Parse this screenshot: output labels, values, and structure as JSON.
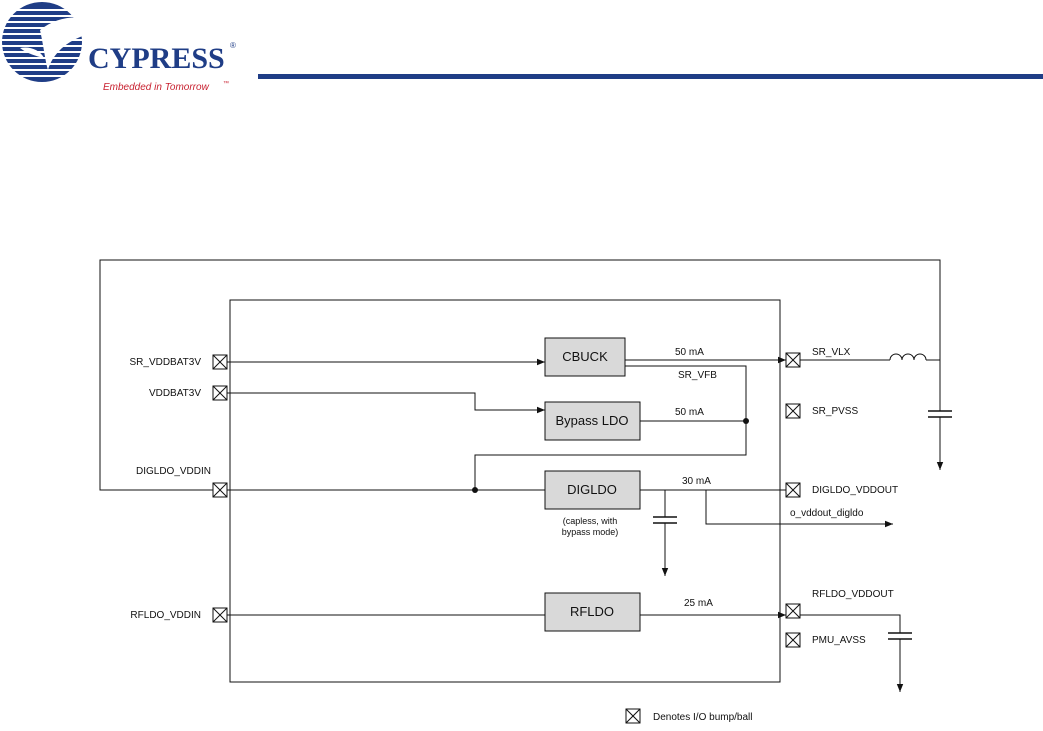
{
  "logo": {
    "company": "CYPRESS",
    "registered": "®",
    "tagline": "Embedded in Tomorrow",
    "trademark": "™",
    "brand_color": "#1f3d86",
    "tagline_color": "#c8202f"
  },
  "diagram": {
    "blocks": {
      "cbuck": "CBUCK",
      "bypass_ldo": "Bypass LDO",
      "digldo": "DIGLDO",
      "digldo_note_1": "(capless, with",
      "digldo_note_2": "bypass mode)",
      "rfldo": "RFLDO"
    },
    "pins": {
      "sr_vddbat3v": "SR_VDDBAT3V",
      "vddbat3v": "VDDBAT3V",
      "digldo_vddin": "DIGLDO_VDDIN",
      "rfldo_vddin": "RFLDO_VDDIN",
      "sr_vlx": "SR_VLX",
      "sr_pvss": "SR_PVSS",
      "digldo_vddout": "DIGLDO_VDDOUT",
      "rfldo_vddout": "RFLDO_VDDOUT",
      "pmu_avss": "PMU_AVSS"
    },
    "signals": {
      "cbuck_current": "50 mA",
      "sr_vfb": "SR_VFB",
      "bypass_current": "50 mA",
      "digldo_current": "30 mA",
      "digldo_out_signal": "o_vddout_digldo",
      "rfldo_current": "25 mA"
    },
    "legend": "Denotes I/O bump/ball",
    "block_fill": "#d9d9d9"
  }
}
